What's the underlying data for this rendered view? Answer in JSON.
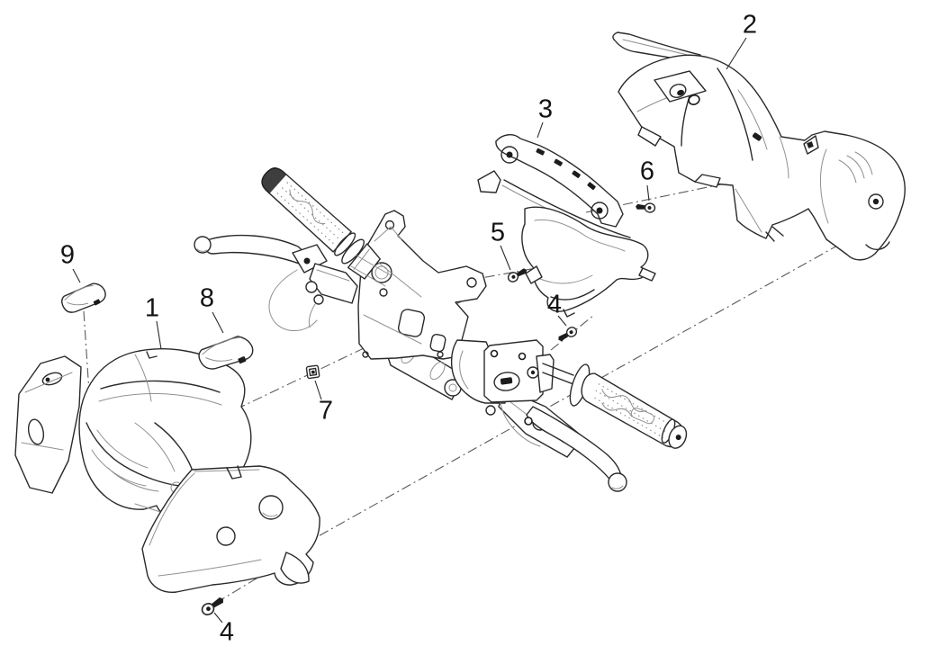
{
  "figure": {
    "kind": "exploded-parts-line-drawing"
  },
  "callouts": {
    "c1": "1",
    "c2": "2",
    "c3": "3",
    "c4_top": "4",
    "c4_bottom": "4",
    "c5": "5",
    "c6": "6",
    "c7": "7",
    "c8": "8",
    "c9": "9"
  },
  "colors": {
    "background": "#ffffff",
    "line": "#2a2a2a",
    "shade": "#909090",
    "dark_fill": "#1c1c1c",
    "construction_line": "#5a5a5a",
    "label_text": "#141414"
  }
}
